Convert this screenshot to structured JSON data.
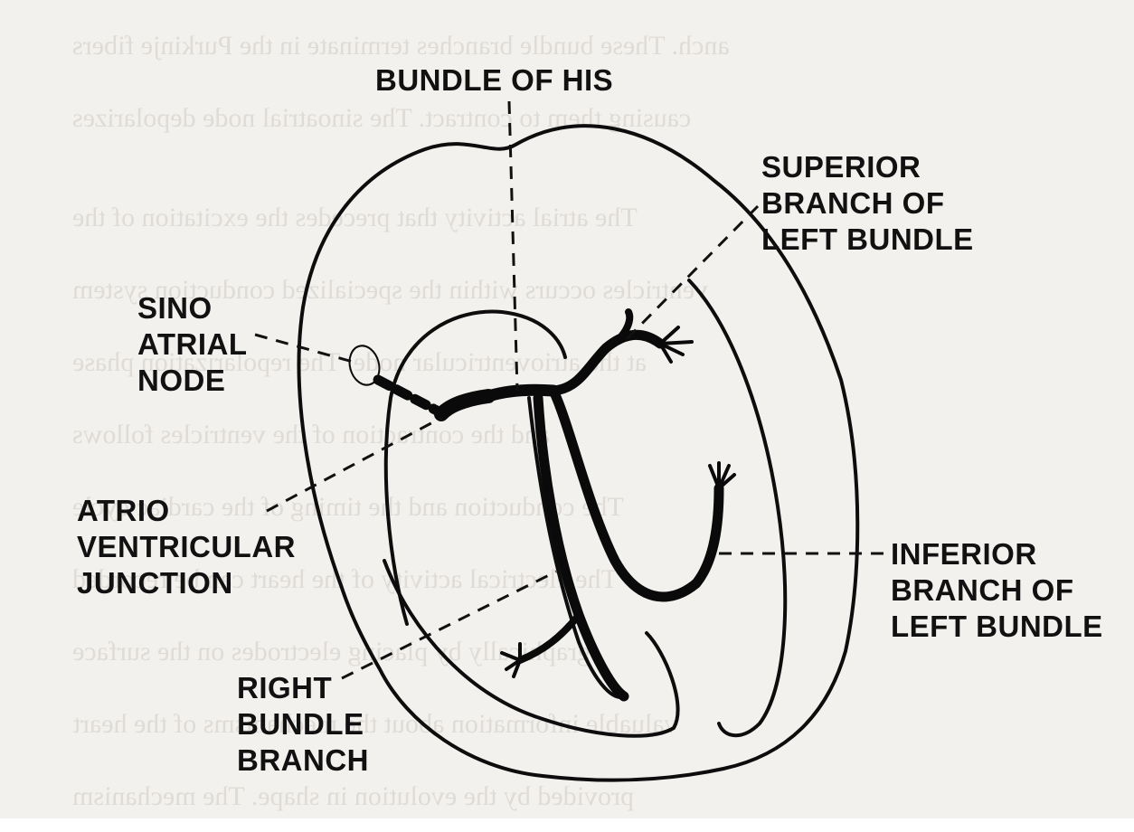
{
  "labels": {
    "bundle_of_his": "BUNDLE OF HIS",
    "superior_branch": [
      "SUPERIOR",
      "BRANCH OF",
      "LEFT BUNDLE"
    ],
    "sino_atrial_node": [
      "SINO",
      "ATRIAL",
      "NODE"
    ],
    "atrio_ventricular_junction": [
      "ATRIO",
      "VENTRICULAR",
      "JUNCTION"
    ],
    "inferior_branch": [
      "INFERIOR",
      "BRANCH OF",
      "LEFT BUNDLE"
    ],
    "right_bundle_branch": [
      "RIGHT",
      "BUNDLE",
      "BRANCH"
    ]
  },
  "colors": {
    "paper": "#f3f1ee",
    "ink": "#0d0d0d",
    "bleed_through": "#cfcac4"
  }
}
